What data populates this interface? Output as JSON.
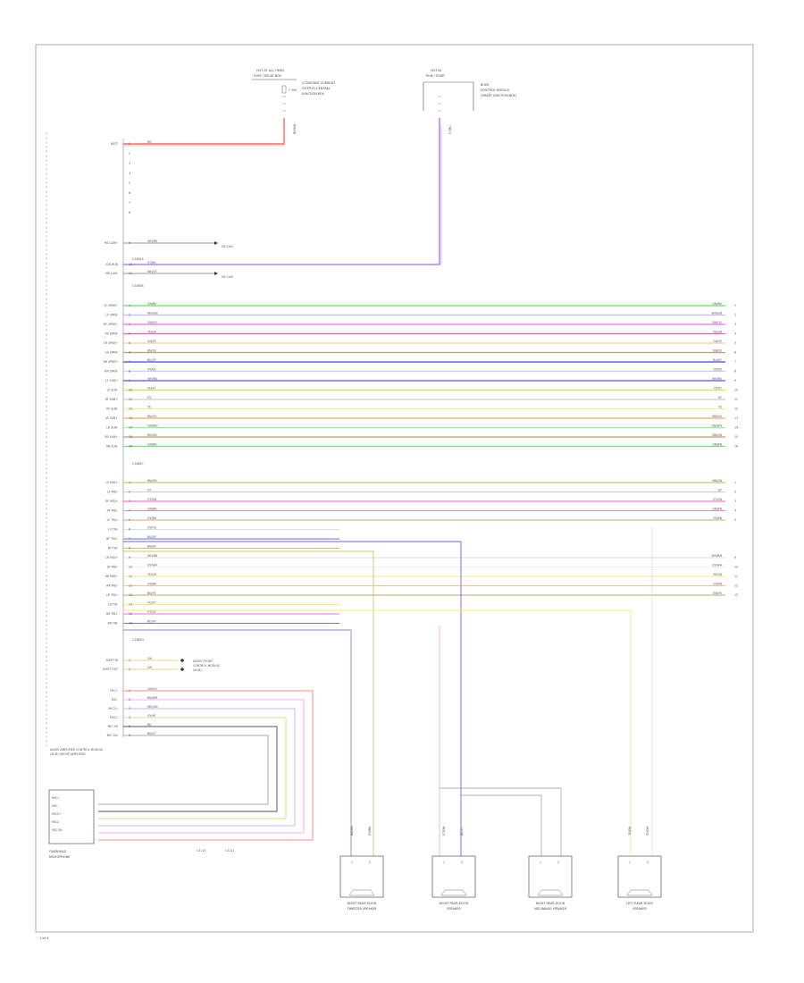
{
  "page_number": "1 of 3",
  "top_connectors": {
    "left": {
      "title_lines": [
        "HOT AT ALL TIMES",
        "FUSE / RELAY BOX"
      ],
      "note_lines": [
        "(CONSTANT CURRENT",
        "OUTPUT) CENTRAL",
        "JUNCTION BOX"
      ],
      "fuse_label": "F 30A",
      "pins": [
        "",
        "",
        ""
      ],
      "wire_label": "RD/WH"
    },
    "right": {
      "title_lines": [
        "HOT IN",
        "RUN / START"
      ],
      "note_lines": [
        "BODY",
        "CONTROL MODULE",
        "(SMART JUNCTION BOX)"
      ],
      "pins": [
        "",
        "",
        ""
      ],
      "wire_label": "VT/BU"
    }
  },
  "amp": {
    "label_lines": [
      "AUDIO AMPLIFIER",
      "CONTROL MODULE"
    ],
    "c1_label": "C2480A",
    "c2_label": "C2480B",
    "c3_label": "C2480C",
    "c4_label": "C2480D",
    "top_pins": [
      {
        "name": "BATT",
        "pin": "1",
        "wire": "RD"
      },
      {
        "name": "",
        "pin": "2",
        "wire": ""
      },
      {
        "name": "",
        "pin": "3",
        "wire": ""
      },
      {
        "name": "",
        "pin": "4",
        "wire": ""
      },
      {
        "name": "",
        "pin": "5",
        "wire": ""
      },
      {
        "name": "",
        "pin": "6",
        "wire": ""
      },
      {
        "name": "",
        "pin": "7",
        "wire": ""
      },
      {
        "name": "",
        "pin": "8",
        "wire": ""
      }
    ],
    "ms_can": [
      {
        "name": "MS CAN+",
        "pin": "9",
        "wire": "WH/BU",
        "dest": "MS CAN"
      },
      {
        "name": "IGN RUN",
        "pin": "10",
        "wire": "VT/BU",
        "dest": ""
      },
      {
        "name": "MS CAN-",
        "pin": "11",
        "wire": "WH/VT",
        "dest": "MS CAN"
      }
    ]
  },
  "speaker_bus_1": [
    {
      "name": "LF SPKR+",
      "pin": "1",
      "wire": "GN/BU",
      "color": "#66dd66"
    },
    {
      "name": "LF SPKR-",
      "pin": "2",
      "wire": "WH/GN",
      "color": "#c8b8ff"
    },
    {
      "name": "RF SPKR+",
      "pin": "3",
      "wire": "GN/OG",
      "color": "#ff66ff"
    },
    {
      "name": "RF SPKR-",
      "pin": "4",
      "wire": "YE/GN",
      "color": "#ff55bb"
    },
    {
      "name": "LR SPKR+",
      "pin": "5",
      "wire": "GN/YE",
      "color": "#f0d0a0"
    },
    {
      "name": "LR SPKR-",
      "pin": "6",
      "wire": "BN/YE",
      "color": "#cc9966"
    },
    {
      "name": "RR SPKR+",
      "pin": "7",
      "wire": "BU/VT",
      "color": "#4444ff"
    },
    {
      "name": "RR SPKR-",
      "pin": "8",
      "wire": "GY/BU",
      "color": "#ccccee"
    },
    {
      "name": "LF SUB+",
      "pin": "9",
      "wire": "WH/BU",
      "color": "#5555ff"
    },
    {
      "name": "LF SUB-",
      "pin": "10",
      "wire": "YE/VT",
      "color": "#dddd55"
    },
    {
      "name": "RF SUB+",
      "pin": "11",
      "wire": "GY",
      "color": "#cccccc"
    },
    {
      "name": "RF SUB-",
      "pin": "12",
      "wire": "YE",
      "color": "#eeee99"
    },
    {
      "name": "LR SUB+",
      "pin": "13",
      "wire": "BN/OG",
      "color": "#e0b070"
    },
    {
      "name": "LR SUB-",
      "pin": "14",
      "wire": "GN/WH",
      "color": "#99ee99"
    },
    {
      "name": "RR SUB+",
      "pin": "15",
      "wire": "BN/GN",
      "color": "#cc9966"
    },
    {
      "name": "RR SUB-",
      "pin": "16",
      "wire": "GN/BN",
      "color": "#77dd77"
    }
  ],
  "speaker_bus_2": [
    {
      "name": "LF MID+",
      "pin": "1",
      "wire": "BN/GN",
      "color": "#bbbb44",
      "to_right": true
    },
    {
      "name": "LF MID-",
      "pin": "2",
      "wire": "GY",
      "color": "#cccccc",
      "to_right": true
    },
    {
      "name": "RF MID+",
      "pin": "3",
      "wire": "VT/GN",
      "color": "#ff55cc",
      "to_right": true
    },
    {
      "name": "RF MID-",
      "pin": "4",
      "wire": "GN/BN",
      "color": "#ee88aa",
      "to_right": true
    },
    {
      "name": "LF TW+",
      "pin": "5",
      "wire": "GY/BN",
      "color": "#ccaa77",
      "to_right": true
    },
    {
      "name": "LF TW-",
      "pin": "6",
      "wire": "GY/OG",
      "color": "#dddddd",
      "to_right": false
    },
    {
      "name": "RF TW+",
      "pin": "7",
      "wire": "BU/GY",
      "color": "#6666ff",
      "to_right": false
    },
    {
      "name": "RF TW-",
      "pin": "8",
      "wire": "BN/GY",
      "color": "#ccbb88",
      "to_right": false
    },
    {
      "name": "LR MID+",
      "pin": "9",
      "wire": "WH/BN",
      "color": "#dddddd",
      "to_right": true
    },
    {
      "name": "LR MID-",
      "pin": "10",
      "wire": "GY/WH",
      "color": "#eeeeee",
      "to_right": true
    },
    {
      "name": "RR MID+",
      "pin": "11",
      "wire": "YE/GN",
      "color": "#eeee88",
      "to_right": true
    },
    {
      "name": "RR MID-",
      "pin": "12",
      "wire": "GY/BN",
      "color": "#f0c0a0",
      "to_right": true
    },
    {
      "name": "LR TW+",
      "pin": "13",
      "wire": "BN/YE",
      "color": "#bbaa66",
      "to_right": true
    },
    {
      "name": "LR TW-",
      "pin": "14",
      "wire": "YE/GY",
      "color": "#eeee77",
      "to_right": false
    },
    {
      "name": "RR TW+",
      "pin": "15",
      "wire": "VT/GY",
      "color": "#ff66ff",
      "to_right": false
    },
    {
      "name": "RR TW-",
      "pin": "16",
      "wire": "BU/VT",
      "color": "#7777cc",
      "to_right": false
    }
  ],
  "input_pins": [
    {
      "name": "SHIFT IN",
      "pin": "1",
      "wire": "GN"
    },
    {
      "name": "SHIFT OUT",
      "pin": "2",
      "wire": "GN"
    }
  ],
  "input_dest_lines": [
    "AUDIO FRONT",
    "CONTROL MODULE",
    "(ACM)"
  ],
  "mic_pins": [
    {
      "name": "MIC+",
      "pin": "1",
      "wire": "GN/OG"
    },
    {
      "name": "MIC-",
      "pin": "2",
      "wire": "BN/WH"
    },
    {
      "name": "MIC2+",
      "pin": "3",
      "wire": "WH/GN"
    },
    {
      "name": "MIC2-",
      "pin": "4",
      "wire": "GY/YE"
    },
    {
      "name": "MIC SH",
      "pin": "5",
      "wire": "BK"
    },
    {
      "name": "MIC SIG",
      "pin": "6",
      "wire": "BN/VT"
    }
  ],
  "mic_note_lines": [
    "AUDIO AMPLIFIER CONTROL MODULE",
    "(ACM) GROUP AMPLIFIER"
  ],
  "microphone_module": {
    "label_lines": [
      "OVERHEAD",
      "MICROPHONE"
    ],
    "pins": [
      "MIC+",
      "MIC-",
      "MIC2+",
      "MIC2-",
      "MIC SH"
    ],
    "connector_labels": [
      "C4110",
      "C4111"
    ]
  },
  "speakers": [
    {
      "label_lines": [
        "RIGHT REAR DOOR",
        "TWEETER SPEAKER"
      ],
      "pin_labels": [
        "1",
        "2"
      ],
      "wire_labels": [
        "BN/GN",
        "GY/BN"
      ]
    },
    {
      "label_lines": [
        "RIGHT REAR DOOR",
        "SPEAKER"
      ],
      "pin_labels": [
        "1",
        "2"
      ],
      "wire_labels": [
        "VT/GN",
        "BU/VT"
      ]
    },
    {
      "label_lines": [
        "RIGHT REAR DOOR",
        "MID-RANGE SPEAKER"
      ],
      "pin_labels": [
        "1",
        "2"
      ],
      "wire_labels": [
        "",
        ""
      ]
    },
    {
      "label_lines": [
        "LEFT REAR DOOR",
        "SPEAKER"
      ],
      "pin_labels": [
        "1",
        "2"
      ],
      "wire_labels": [
        "YE/GN",
        "GY/OG"
      ]
    }
  ]
}
